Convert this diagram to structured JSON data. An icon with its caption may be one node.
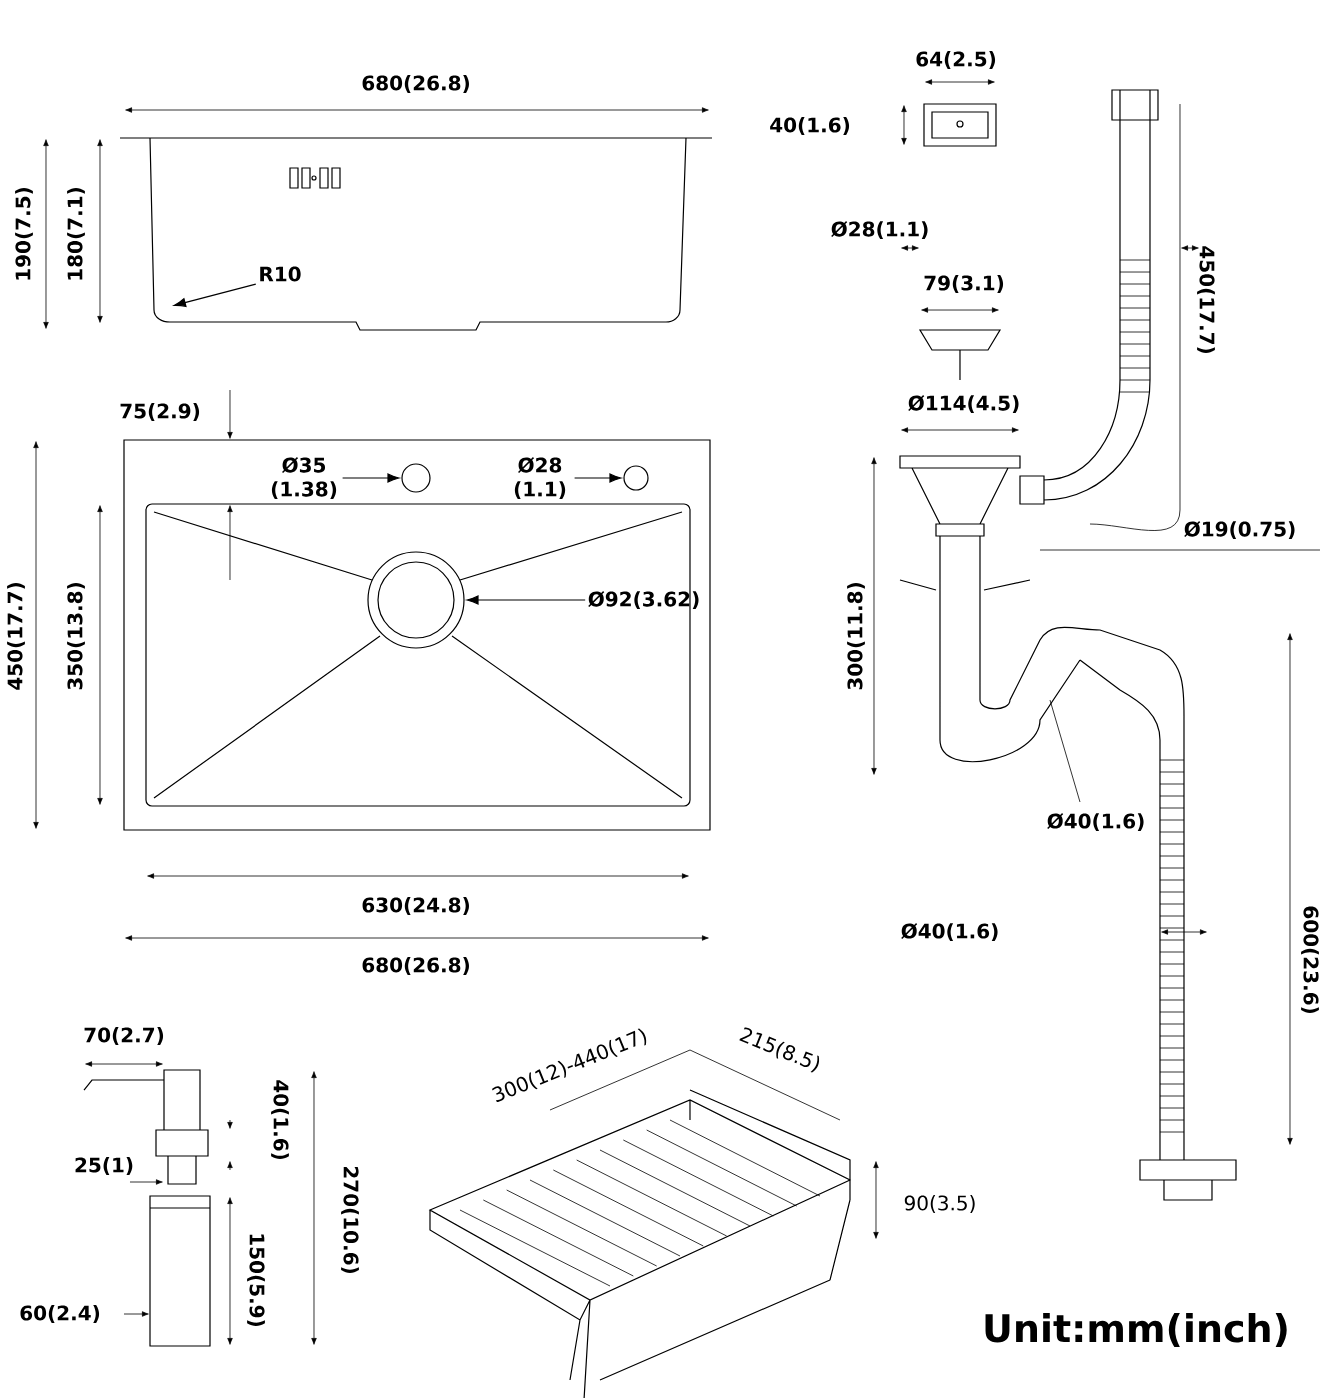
{
  "diagram": {
    "nodes": [
      {
        "text": [
          "R10"
        ]
      },
      {
        "text": [
          "Ø35 (1.38)"
        ]
      },
      {
        "text": [],
        "shape": "circle"
      },
      {
        "text": [
          "Ø28 (1.1)"
        ]
      },
      {
        "text": [],
        "shape": "circle"
      },
      {
        "text": [
          "Ø92(3.62)"
        ]
      },
      {
        "text": [],
        "shape": "circle"
      }
    ],
    "edges": [
      {
        "from": 0,
        "to": null,
        "arrow": "to"
      },
      {
        "from": 1,
        "to": 2,
        "arrow": "to"
      },
      {
        "from": 3,
        "to": 4,
        "arrow": "to"
      },
      {
        "from": 5,
        "to": 6,
        "arrow": "to"
      }
    ],
    "labels": [
      "680(26.8)",
      "190(7.5)",
      "180(7.1)",
      "64(2.5)",
      "40(1.6)",
      "Ø28(1.1)",
      "450(17.7)",
      "79(3.1)",
      "75(2.9)",
      "Ø114(4.5)",
      "350(13.8)",
      "450(17.7)",
      "300(11.8)",
      "Ø19(0.75)",
      "Ø40(1.6)",
      "630(24.8)",
      "680(26.8)",
      "600(23.6)",
      "Ø40(1.6)",
      "70(2.7)",
      "300(12)-440(17)",
      "215(8.5)",
      "40(1.6)",
      "25(1)",
      "270(10.6)",
      "150(5.9)",
      "90(3.5)",
      "60(2.4)",
      "Unit:mm(inch)"
    ]
  }
}
